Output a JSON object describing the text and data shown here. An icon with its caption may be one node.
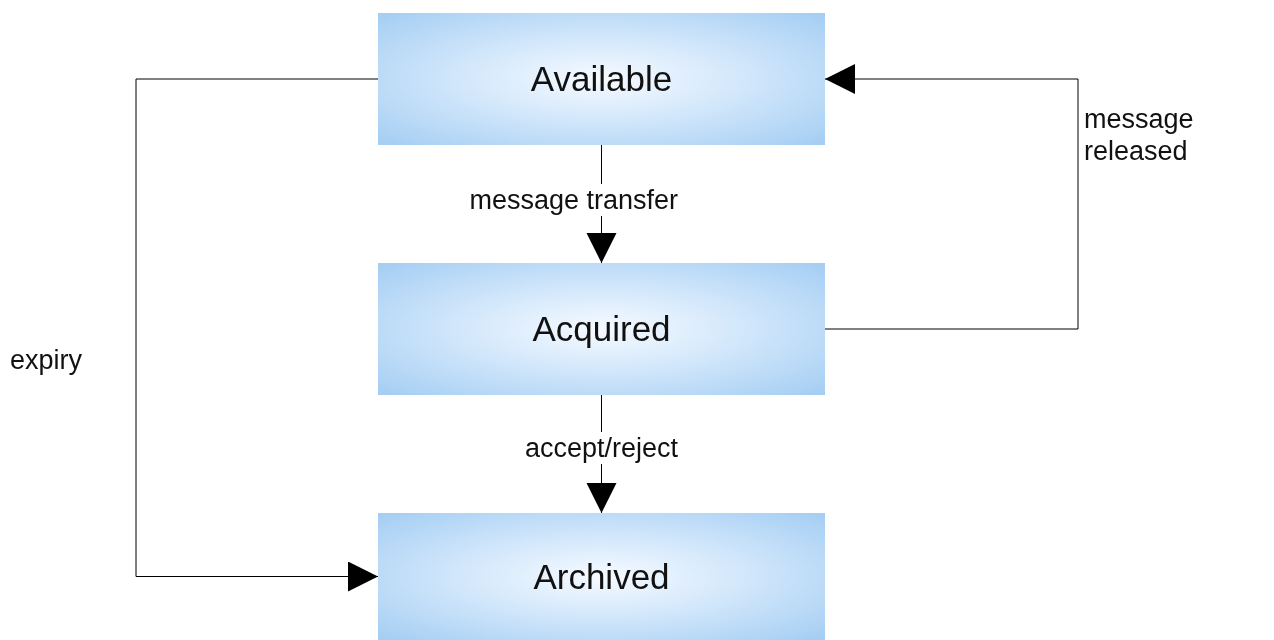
{
  "diagram": {
    "nodes": [
      {
        "text": [
          "Available"
        ]
      },
      {
        "text": [
          "Acquired"
        ]
      },
      {
        "text": [
          "Archived"
        ]
      }
    ],
    "edges": [
      {
        "from": 0,
        "to": 1,
        "arrow": "to",
        "label": "message transfer"
      },
      {
        "from": 1,
        "to": 0,
        "arrow": "to",
        "label": "message released"
      },
      {
        "from": 1,
        "to": 2,
        "arrow": "to",
        "label": "accept/reject"
      },
      {
        "from": 0,
        "to": 2,
        "arrow": "to",
        "label": "expiry"
      }
    ]
  }
}
